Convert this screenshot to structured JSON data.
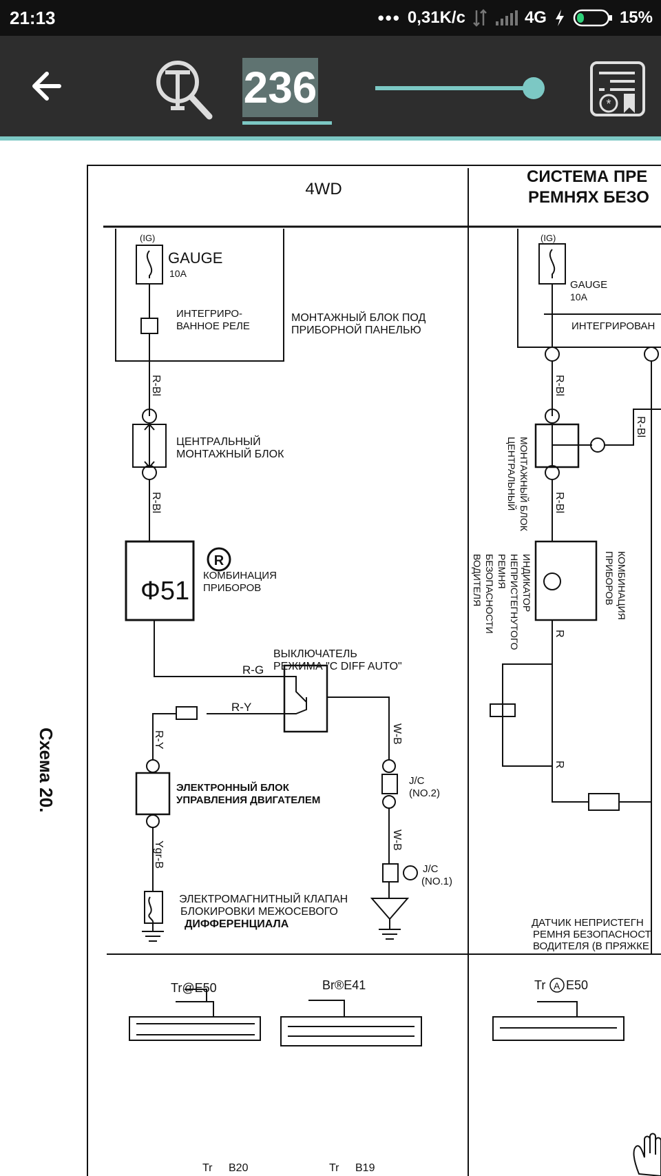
{
  "status_bar": {
    "time": "21:13",
    "network_speed": "0,31K/c",
    "network_type": "4G",
    "battery": "15%"
  },
  "toolbar": {
    "page_number": "236"
  },
  "document": {
    "left_section_title": "4WD",
    "right_section_title_1": "СИСТЕМА ПРЕ",
    "right_section_title_2": "РЕМНЯХ БЕЗО",
    "schema_label": "Схема 20.",
    "ig": "(IG)",
    "gauge": "GAUGE",
    "fuse_10a": "10A",
    "integr_relay_1": "ИНТЕГРИРО-",
    "integr_relay_2": "ВАННОЕ РЕЛЕ",
    "mount_block_1": "МОНТАЖНЫЙ БЛОК ПОД",
    "mount_block_2": "ПРИБОРНОЙ ПАНЕЛЬЮ",
    "central_block_1": "ЦЕНТРАЛЬНЫЙ",
    "central_block_2": "МОНТАЖНЫЙ БЛОК",
    "combo_1": "КОМБИНАЦИЯ",
    "combo_2": "ПРИБОРОВ",
    "switch_1": "ВЫКЛЮЧАТЕЛЬ",
    "switch_2": "РЕЖИМА \"C DIFF AUTO\"",
    "ecu_1": "ЭЛЕКТРОННЫЙ БЛОК",
    "ecu_2": "УПРАВЛЕНИЯ ДВИГАТЕЛЕМ",
    "valve_1": "ЭЛЕКТРОМАГНИТНЫЙ  КЛАПАН",
    "valve_2": "БЛОКИРОВКИ МЕЖОСЕВОГО",
    "valve_3": "ДИФФЕРЕНЦИАЛА",
    "jc_no2": "(NO.2)",
    "jc_no1": "(NO.1)",
    "jc": "J/C",
    "wire_rbl": "R-Bl",
    "wire_rg": "R-G",
    "wire_ry": "R-Y",
    "wire_wb": "W-B",
    "wire_ygrb": "Ygr-B",
    "wire_r": "R",
    "integr_right": "ИНТЕГРИРОВАН",
    "central_right_1": "ЦЕНТРАЛЬНЫЙ",
    "central_right_2": "МОНТАЖНЫЙ БЛОК",
    "indicator_1": "ИНДИКАТОР",
    "indicator_2": "НЕПРИСТЕГНУТОГО",
    "indicator_3": "РЕМНЯ",
    "indicator_4": "БЕЗОПАСНОСТИ",
    "indicator_5": "ВОДИТЕЛЯ",
    "combo_right": "КОМБИНАЦИЯ",
    "combo_right_2": "ПРИБОРОВ",
    "sensor_1": "ДАТЧИК  НЕПРИСТЕГН",
    "sensor_2": "РЕМНЯ БЕЗОПАСНОСТ",
    "sensor_3": "ВОДИТЕЛЯ (В ПРЯЖКЕ",
    "conn_tr_e50": "Tr@E50",
    "conn_br_e41": "Br®E41",
    "conn_tr_a_e50": "Tr",
    "conn_e50": "E50",
    "conn_tr_b20": "Tr",
    "conn_b20": "B20",
    "conn_tr_b19": "Tr",
    "conn_b19": "B19",
    "instrument_text": "Ф51"
  }
}
